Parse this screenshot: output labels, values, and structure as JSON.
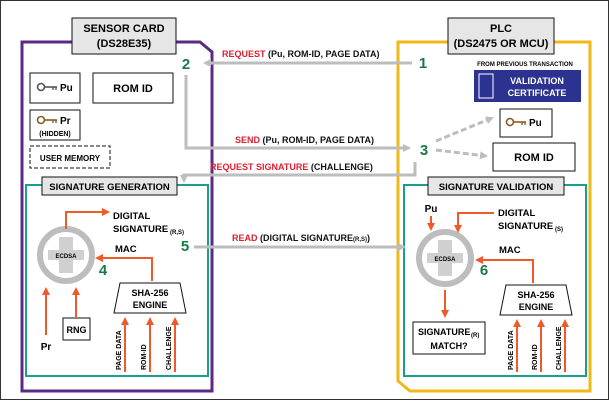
{
  "sensor_card": {
    "title": "SENSOR CARD",
    "part": "(DS28E35)"
  },
  "plc": {
    "title": "PLC",
    "part": "(DS2475 OR MCU)"
  },
  "keys": {
    "pu": "Pu",
    "pr": "Pr",
    "pr_hidden": "(HIDDEN)"
  },
  "rom_id": "ROM ID",
  "user_memory": "USER MEMORY",
  "from_prev": "FROM PREVIOUS TRANSACTION",
  "cert_line1": "VALIDATION",
  "cert_line2": "CERTIFICATE",
  "steps": {
    "s1": "1",
    "s2": "2",
    "s3": "3",
    "s4": "4",
    "s5": "5",
    "s6": "6",
    "request_kw": "REQUEST",
    "request_args": " (Pu, ROM-ID, PAGE DATA)",
    "send_kw": "SEND",
    "send_args": " (Pu, ROM-ID, PAGE DATA)",
    "reqsig_kw": "REQUEST SIGNATURE",
    "reqsig_args": " (CHALLENGE)",
    "read_kw": "READ",
    "read_args": " (DIGITAL SIGNATURE",
    "read_sub": "(R,S)",
    "read_close": ")"
  },
  "sig_gen": {
    "title": "SIGNATURE GENERATION",
    "digital": "DIGITAL",
    "signature": "SIGNATURE",
    "sig_sub": "(R,S)",
    "mac": "MAC",
    "ecdsa": "ECDSA",
    "sha1": "SHA-256",
    "sha2": "ENGINE",
    "rng": "RNG",
    "pr": "Pr",
    "inputs": [
      "PAGE DATA",
      "ROM-ID",
      "CHALLENGE"
    ]
  },
  "sig_val": {
    "title": "SIGNATURE VALIDATION",
    "pu": "Pu",
    "digital": "DIGITAL",
    "signature": "SIGNATURE",
    "sig_sub": "(S)",
    "mac": "MAC",
    "ecdsa": "ECDSA",
    "sha1": "SHA-256",
    "sha2": "ENGINE",
    "match1": "SIGNATURE",
    "match_sub": "(R)",
    "match2": "MATCH?",
    "inputs": [
      "PAGE DATA",
      "ROM-ID",
      "CHALLENGE"
    ]
  },
  "colors": {
    "purple": "#5b2a86",
    "yellow": "#f2b817",
    "teal": "#1b9e8f",
    "orange": "#f05a28",
    "green": "#1a7a45",
    "red": "#e0202f",
    "gray": "#bdbdbd",
    "navy": "#2c3290"
  }
}
